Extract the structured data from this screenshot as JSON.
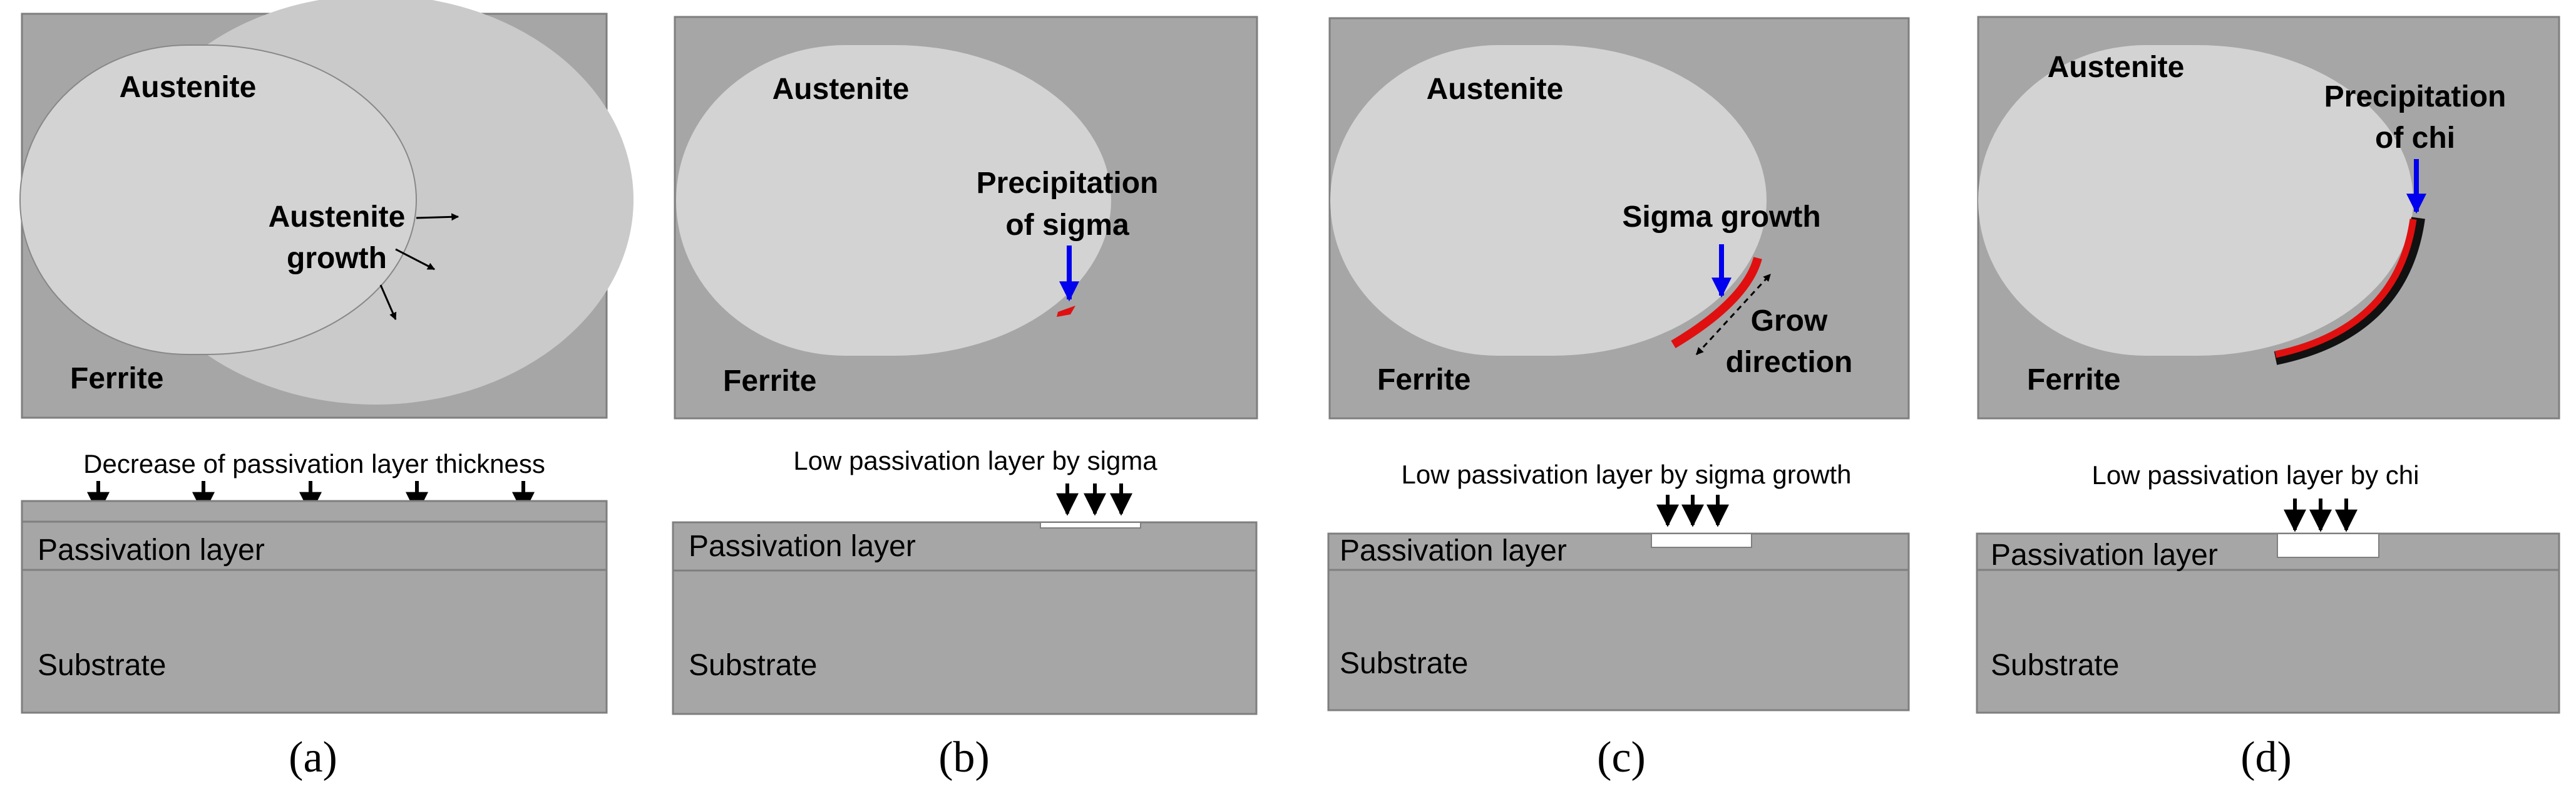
{
  "colors": {
    "ferrite": "#a6a6a6",
    "austenite": "#d3d3d3",
    "panel_border": "#7f7f7f",
    "sigma": "#e01010",
    "chi": "#111111",
    "indicator_arrow": "#0000ee",
    "hole": "#ffffff"
  },
  "panels": [
    {
      "id": "a",
      "caption": "(a)",
      "austenite_label": "Austenite",
      "ferrite_label": "Ferrite",
      "annotation": [
        "Austenite",
        "growth"
      ],
      "bottom_caption": "Decrease of passivation layer thickness",
      "passivation_label": "Passivation layer",
      "substrate_label": "Substrate"
    },
    {
      "id": "b",
      "caption": "(b)",
      "austenite_label": "Austenite",
      "ferrite_label": "Ferrite",
      "annotation": [
        "Precipitation",
        "of sigma"
      ],
      "bottom_caption": "Low passivation layer by sigma",
      "passivation_label": "Passivation layer",
      "substrate_label": "Substrate"
    },
    {
      "id": "c",
      "caption": "(c)",
      "austenite_label": "Austenite",
      "ferrite_label": "Ferrite",
      "annotation": [
        "Sigma growth"
      ],
      "annotation2": [
        "Grow",
        "direction"
      ],
      "bottom_caption": "Low passivation layer by sigma growth",
      "passivation_label": "Passivation layer",
      "substrate_label": "Substrate"
    },
    {
      "id": "d",
      "caption": "(d)",
      "austenite_label": "Austenite",
      "ferrite_label": "Ferrite",
      "annotation": [
        "Precipitation",
        "of chi"
      ],
      "bottom_caption": "Low passivation layer by chi",
      "passivation_label": "Passivation layer",
      "substrate_label": "Substrate"
    }
  ]
}
